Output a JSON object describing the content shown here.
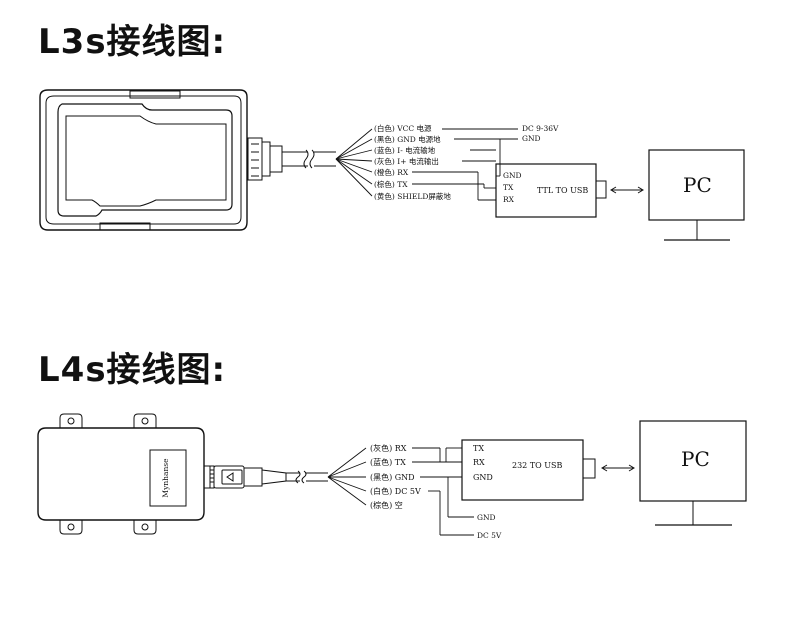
{
  "sections": [
    {
      "title": "L3s接线图:",
      "wires": [
        "(白色) VCC 电源",
        "(黑色) GND 电源地",
        "(蓝色) I- 电流输地",
        "(灰色) I+ 电流输出",
        "(橙色) RX",
        "(棕色) TX",
        "(黄色) SHIELD屏蔽地"
      ],
      "power_labels": [
        "DC 9-36V",
        "GND"
      ],
      "converter": {
        "name": "TTL TO USB",
        "pins": [
          "GND",
          "TX",
          "RX"
        ]
      },
      "pc_label": "PC"
    },
    {
      "title": "L4s接线图:",
      "wires": [
        "(灰色) RX",
        "(蓝色) TX",
        "(黑色) GND",
        "(白色) DC 5V",
        "(棕色) 空"
      ],
      "power_labels": [
        "GND",
        "DC 5V"
      ],
      "converter": {
        "name": "232 TO USB",
        "pins": [
          "TX",
          "RX",
          "GND"
        ]
      },
      "pc_label": "PC"
    }
  ],
  "colors": {
    "line": "#111111",
    "device_fill": "#ffffff"
  }
}
